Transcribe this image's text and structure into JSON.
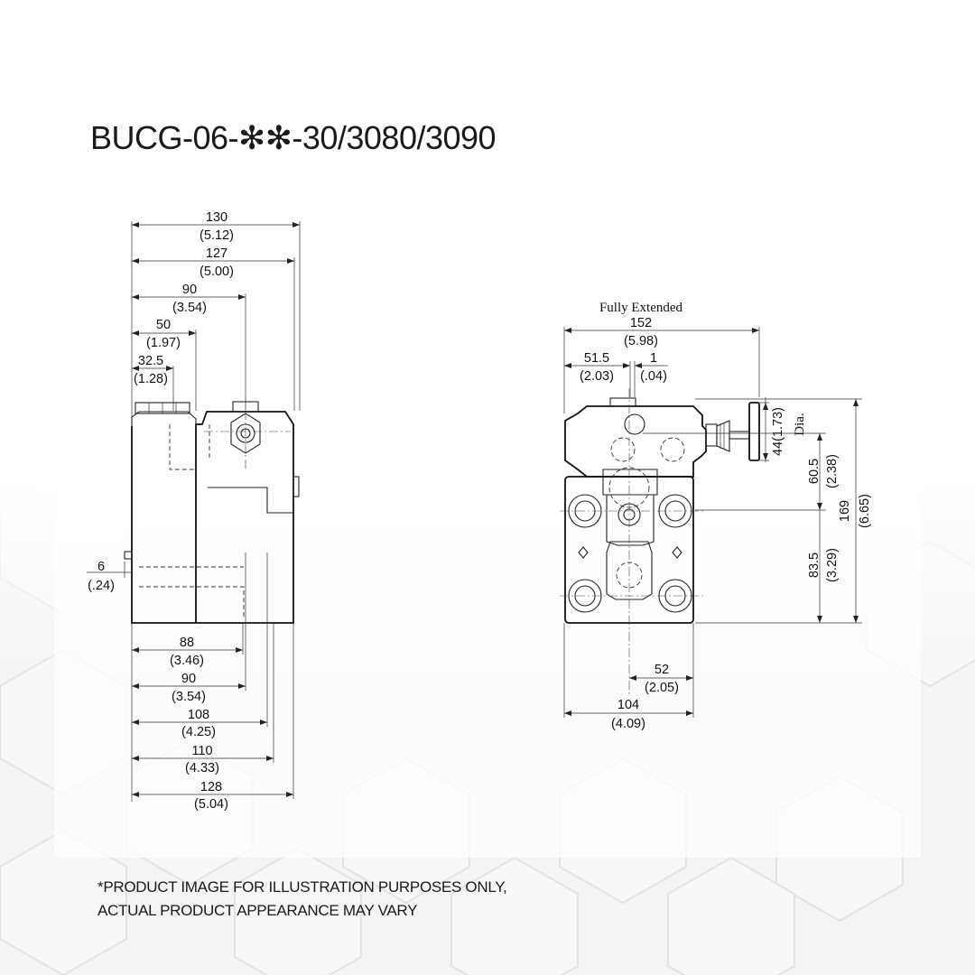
{
  "title": "BUCG-06-✻✻-30/3080/3090",
  "disclaimer": {
    "line1": "*PRODUCT IMAGE FOR ILLUSTRATION PURPOSES ONLY,",
    "line2": "ACTUAL PRODUCT APPEARANCE MAY VARY"
  },
  "side_view": {
    "top_dims": [
      {
        "mm": "130",
        "inch": "(5.12)"
      },
      {
        "mm": "127",
        "inch": "(5.00)"
      },
      {
        "mm": "90",
        "inch": "(3.54)"
      },
      {
        "mm": "50",
        "inch": "(1.97)"
      },
      {
        "mm": "32.5",
        "inch": "(1.28)"
      }
    ],
    "left_dim": {
      "mm": "6",
      "inch": "(.24)"
    },
    "bottom_dims": [
      {
        "mm": "88",
        "inch": "(3.46)"
      },
      {
        "mm": "90",
        "inch": "(3.54)"
      },
      {
        "mm": "108",
        "inch": "(4.25)"
      },
      {
        "mm": "110",
        "inch": "(4.33)"
      },
      {
        "mm": "128",
        "inch": "(5.04)"
      }
    ]
  },
  "front_view": {
    "fully_extended_label": "Fully Extended",
    "top_dims": [
      {
        "mm": "152",
        "inch": "(5.98)"
      },
      {
        "mm": "51.5",
        "inch": "(2.03)"
      },
      {
        "mm": "1",
        "inch": "(.04)"
      }
    ],
    "dia_value": "44(1.73)",
    "dia_label": "Dia.",
    "right_dims": [
      {
        "mm": "60.5",
        "inch": "(2.38)"
      },
      {
        "mm": "83.5",
        "inch": "(3.29)"
      },
      {
        "mm": "169",
        "inch": "(6.65)"
      }
    ],
    "bottom_dims": [
      {
        "mm": "52",
        "inch": "(2.05)"
      },
      {
        "mm": "104",
        "inch": "(4.09)"
      }
    ]
  }
}
